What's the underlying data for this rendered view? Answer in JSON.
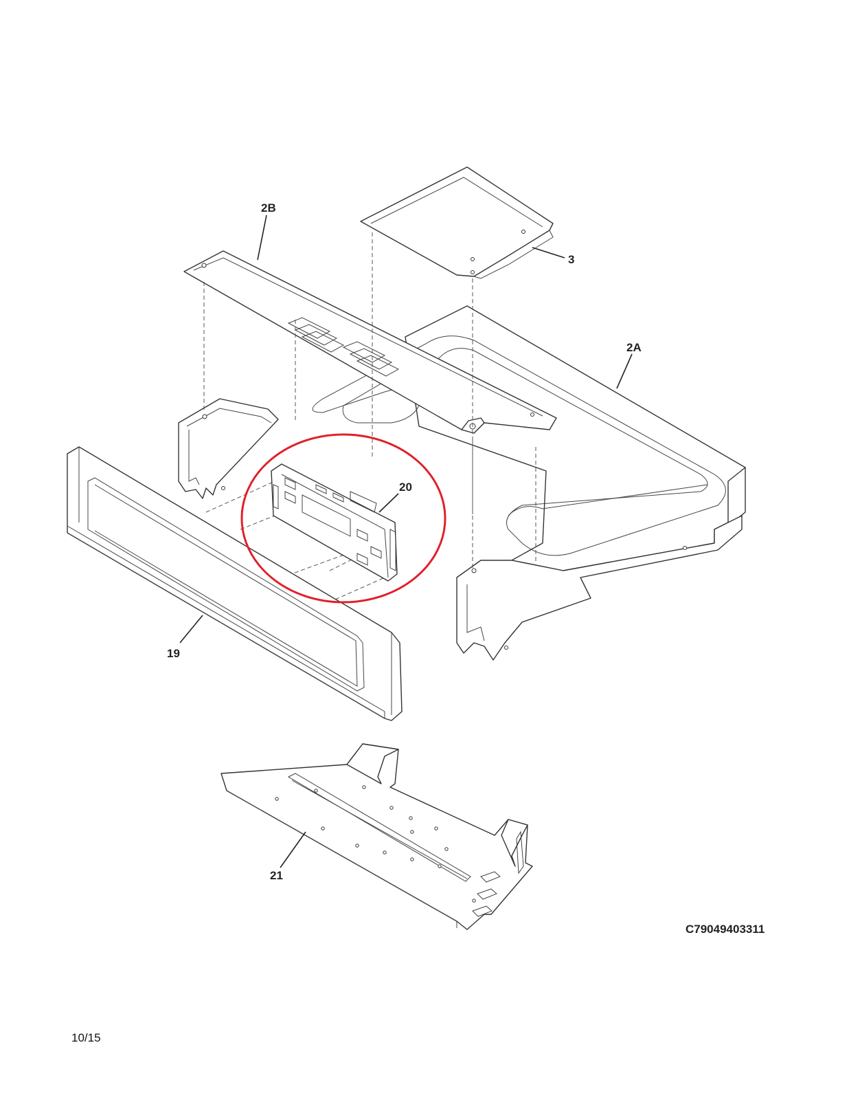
{
  "callouts": {
    "c2b": "2B",
    "c3": "3",
    "c2a": "2A",
    "c20": "20",
    "c19": "19",
    "c21": "21"
  },
  "drawing_code": "C79049403311",
  "page_date": "10/15",
  "colors": {
    "line": "#333333",
    "highlight_circle": "#e0202a",
    "background": "#ffffff"
  }
}
